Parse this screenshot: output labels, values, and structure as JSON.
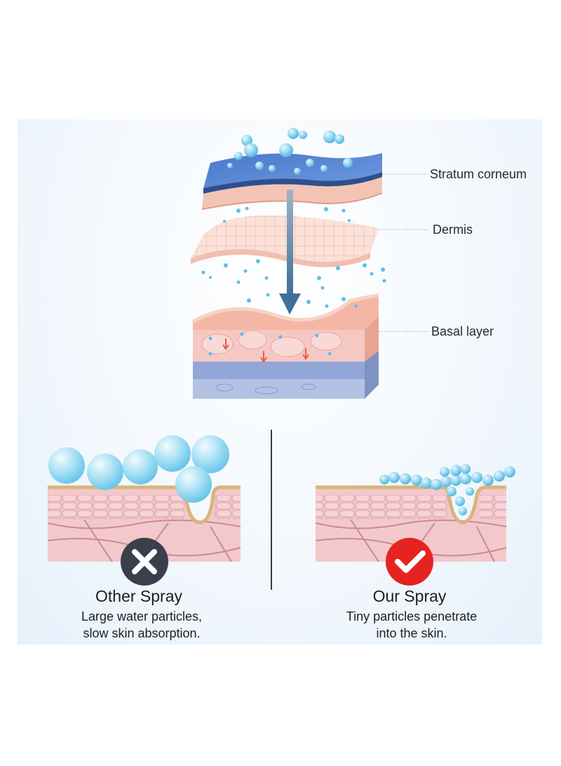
{
  "layers": {
    "stratum_corneum": "Stratum corneum",
    "dermis": "Dermis",
    "basal_layer": "Basal layer"
  },
  "comparison": {
    "other": {
      "title": "Other Spray",
      "line1": "Large water particles,",
      "line2": "slow skin absorption."
    },
    "ours": {
      "title": "Our Spray",
      "line1": "Tiny particles penetrate",
      "line2": "into the skin."
    }
  },
  "colors": {
    "panel_bg": "#eaf3fb",
    "droplet": "#8fd3ee",
    "skin_pink": "#f2c6c6",
    "x_badge": "#3a3f4b",
    "check_badge": "#e52421"
  },
  "icons": {
    "bad_badge": "x-mark-icon",
    "good_badge": "checkmark-icon"
  }
}
